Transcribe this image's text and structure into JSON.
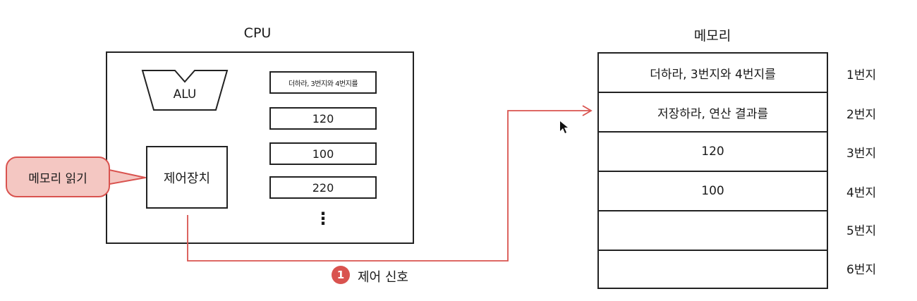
{
  "cpu": {
    "title": "CPU",
    "alu_label": "ALU",
    "control_unit_label": "제어장치",
    "registers": [
      "더하라, 3번지와 4번지를",
      "120",
      "100",
      "220"
    ],
    "more_indicator": "⋮"
  },
  "memory": {
    "title": "메모리",
    "cells": [
      "더하라, 3번지와 4번지를",
      "저장하라, 연산 결과를",
      "120",
      "100",
      "",
      ""
    ],
    "addresses": [
      "1번지",
      "2번지",
      "3번지",
      "4번지",
      "5번지",
      "6번지"
    ]
  },
  "callout": {
    "text": "메모리 읽기"
  },
  "signal": {
    "number": "1",
    "label": "제어 신호"
  },
  "colors": {
    "accent": "#d9534f",
    "callout_fill": "#f4c7c2"
  }
}
